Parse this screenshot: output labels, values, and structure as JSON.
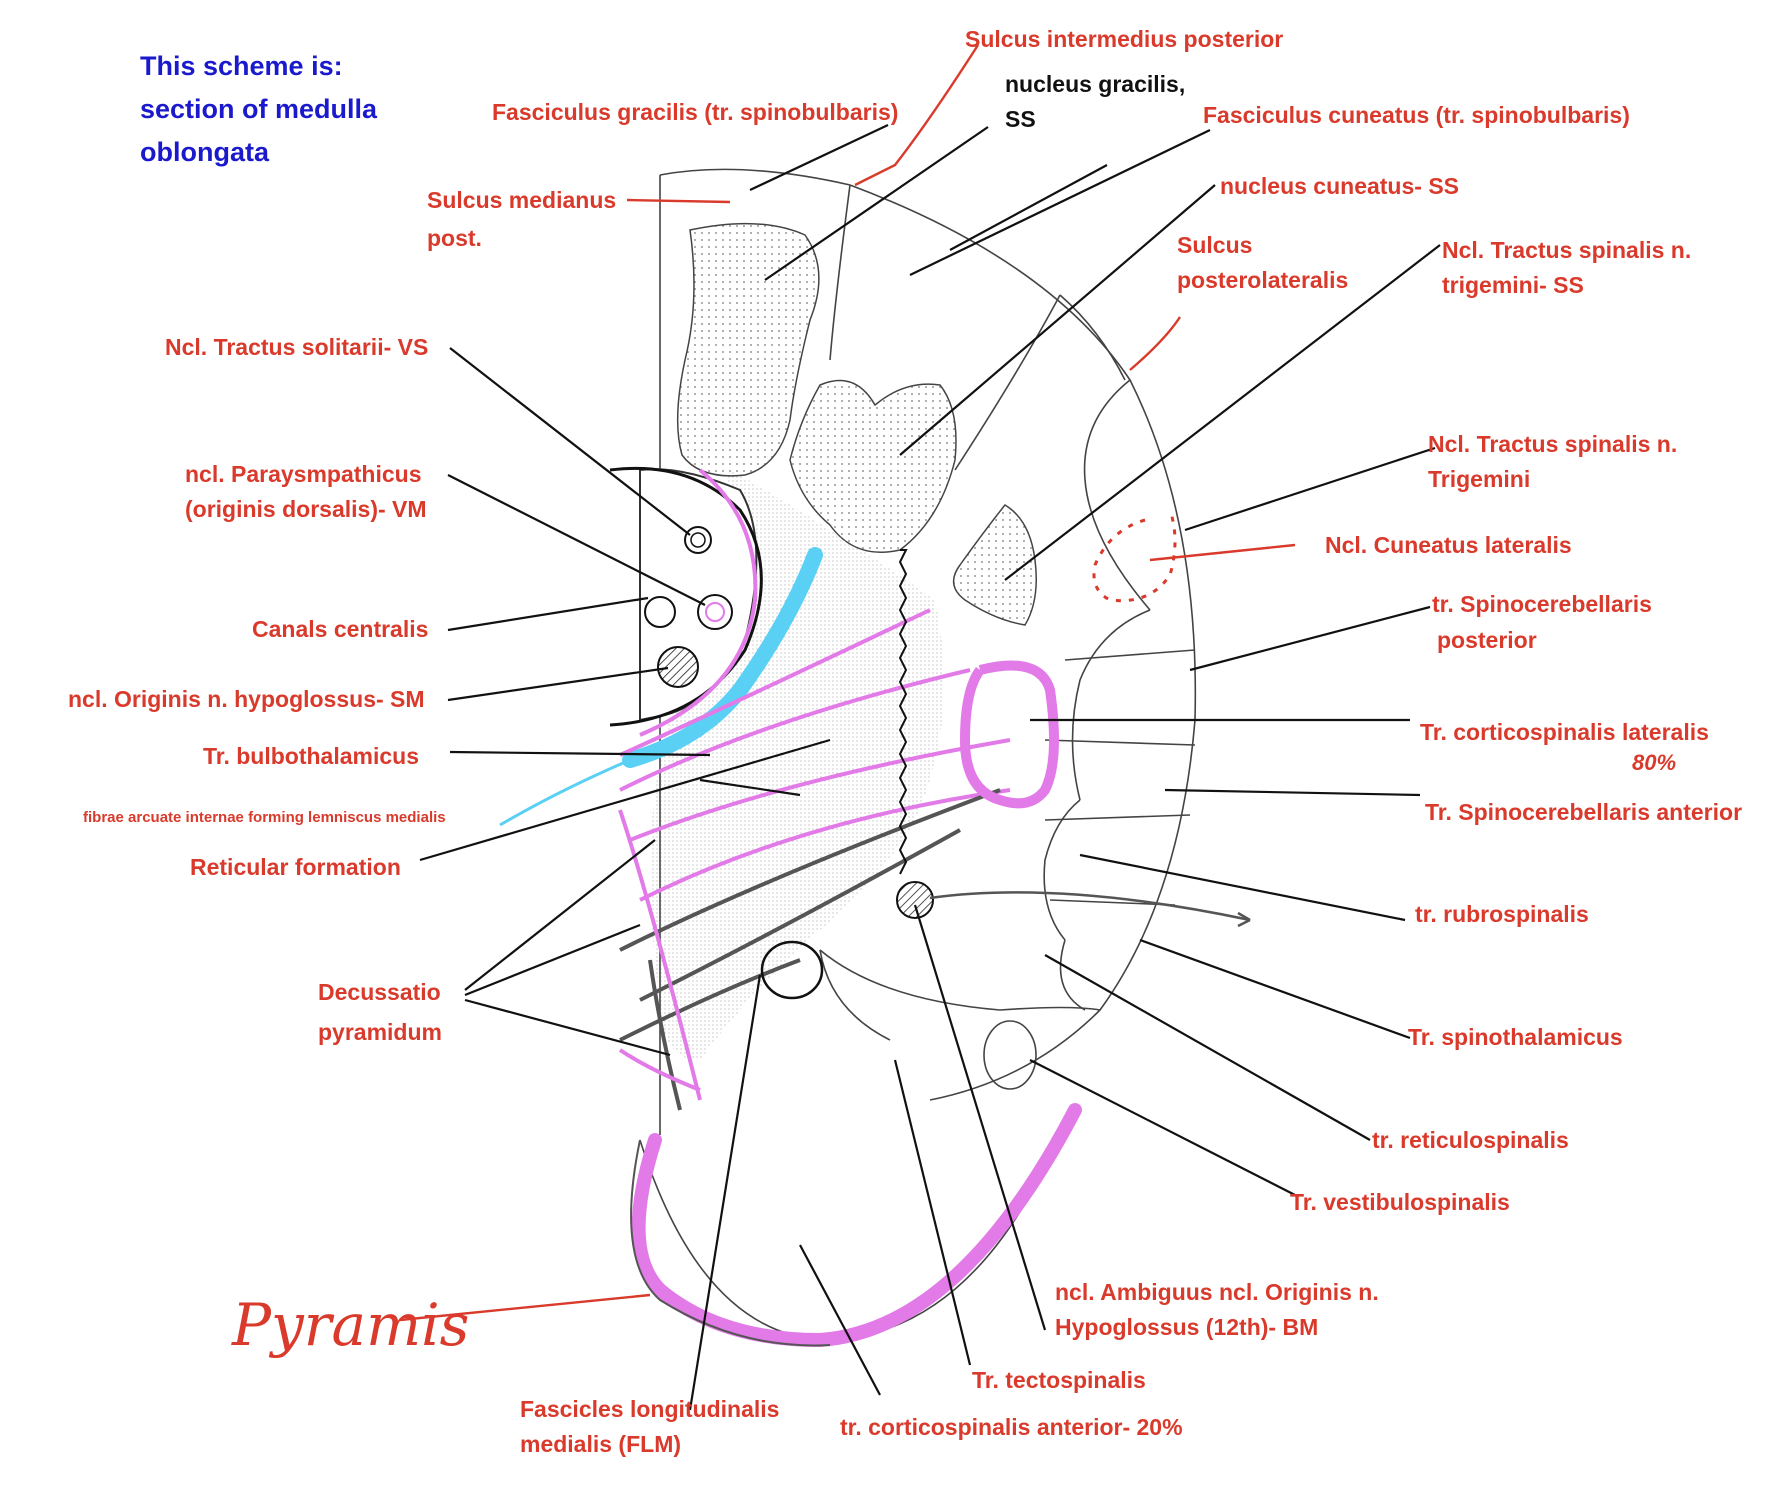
{
  "caption": {
    "line1": "This scheme is:",
    "line2": "section of medulla",
    "line3": "oblongata",
    "color": "#1a1acc"
  },
  "colors": {
    "label": "#d93a2b",
    "magenta": "#e27ae8",
    "cyan": "#5bd0f5",
    "leader": "#111111"
  },
  "labels": {
    "sulcus_intermedius_posterior": "Sulcus intermedius posterior",
    "nucleus_gracilis_1": "nucleus gracilis,",
    "nucleus_gracilis_2": "SS",
    "fasciculus_gracilis": "Fasciculus gracilis (tr. spinobulbaris)",
    "fasciculus_cuneatus": "Fasciculus cuneatus (tr. spinobulbaris)",
    "nucleus_cuneatus": "nucleus cuneatus- SS",
    "sulcus_medianus_1": "Sulcus medianus",
    "sulcus_medianus_2": "post.",
    "sulcus_posterolateralis_1": "Sulcus",
    "sulcus_posterolateralis_2": "posterolateralis",
    "ncl_tractus_spinalis_ss_1": "Ncl. Tractus spinalis n.",
    "ncl_tractus_spinalis_ss_2": "trigemini- SS",
    "ncl_tractus_solitarii": "Ncl. Tractus solitarii- VS",
    "ncl_parasympathicus_1": "ncl. Paraysmpathicus",
    "ncl_parasympathicus_2": "(originis dorsalis)- VM",
    "ncl_tractus_spinalis_1": "Ncl. Tractus spinalis n.",
    "ncl_tractus_spinalis_2": "Trigemini",
    "ncl_cuneatus_lateralis": "Ncl. Cuneatus lateralis",
    "canalis_centralis": "Canals centralis",
    "tr_spinocerebellaris_posterior_1": "tr. Spinocerebellaris",
    "tr_spinocerebellaris_posterior_2": "posterior",
    "ncl_hypoglossus": "ncl. Originis n. hypoglossus- SM",
    "tr_corticospinalis_lateralis": "Tr. corticospinalis lateralis",
    "percent_80": "80%",
    "tr_bulbothalamicus": "Tr. bulbothalamicus",
    "fibrae_arcuatae": "fibrae arcuate internae forming lemniscus medialis",
    "tr_spinocerebellaris_anterior": "Tr. Spinocerebellaris anterior",
    "reticular_formation": "Reticular formation",
    "tr_rubrospinalis": "tr. rubrospinalis",
    "decussatio_1": "Decussatio",
    "decussatio_2": "pyramidum",
    "tr_spinothalamicus": "Tr. spinothalamicus",
    "tr_reticulospinalis": "tr. reticulospinalis",
    "tr_vestibulospinalis": "Tr. vestibulospinalis",
    "ncl_ambiguus_1": "ncl. Ambiguus ncl. Originis n.",
    "ncl_ambiguus_2": "Hypoglossus (12th)- BM",
    "pyramis": "Pyramis",
    "tr_tectospinalis": "Tr. tectospinalis",
    "fascicles_flm_1": "Fascicles longitudinalis",
    "fascicles_flm_2": "medialis (FLM)",
    "tr_corticospinalis_anterior": "tr. corticospinalis anterior- 20%"
  }
}
